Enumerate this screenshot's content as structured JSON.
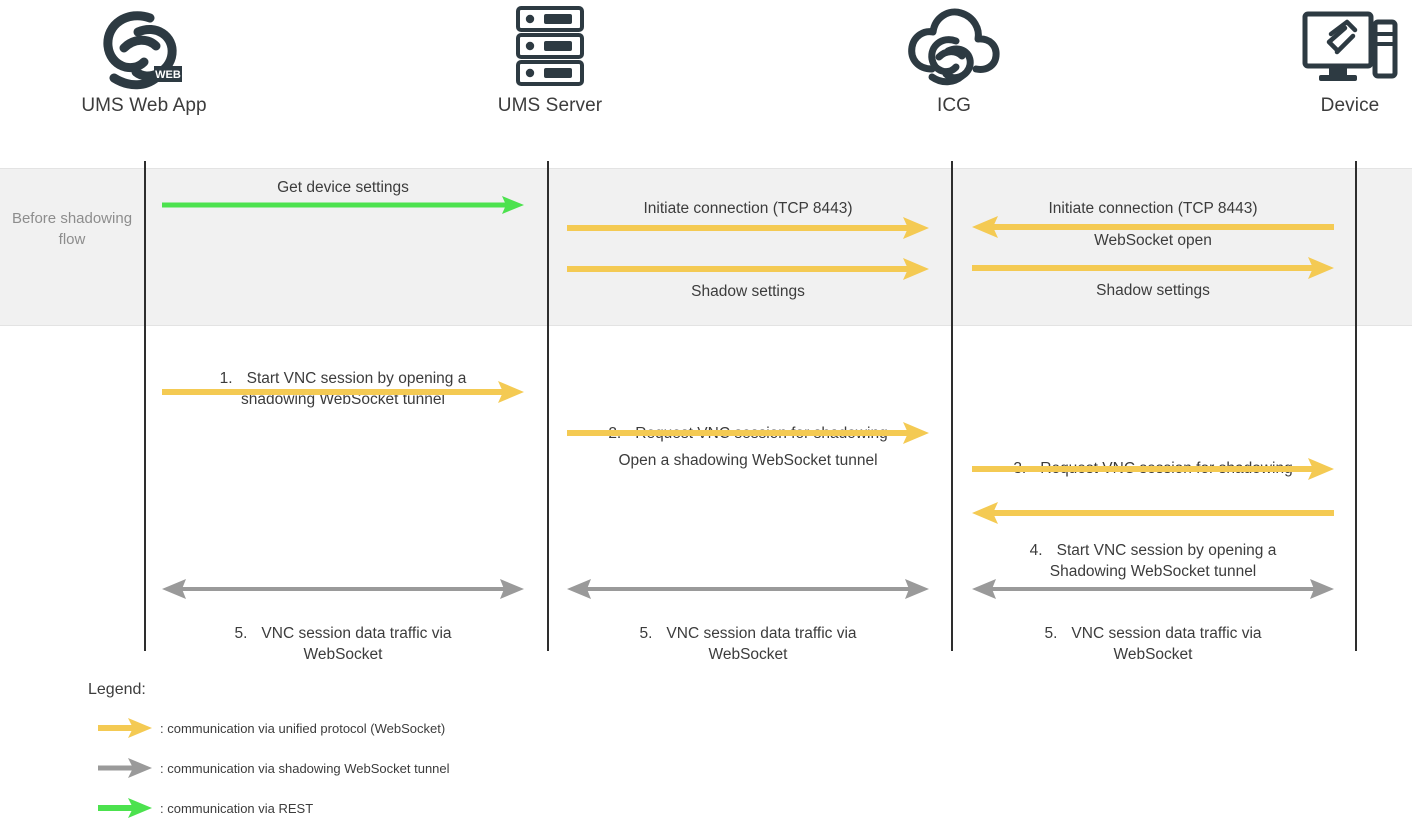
{
  "colors": {
    "unified_protocol": "#f4ca53",
    "shadowing_tunnel": "#9a9a9a",
    "rest": "#4ce24e",
    "lifeline": "#2e2e2e",
    "band_background": "#f1f1f1",
    "icon": "#2d3a42",
    "text": "#3c3c3c",
    "muted_text": "#8d8d8d"
  },
  "actors": [
    {
      "id": "ums-web-app",
      "label": "UMS Web App",
      "icon": "ums-web-app-logo-icon"
    },
    {
      "id": "ums-server",
      "label": "UMS Server",
      "icon": "server-rack-icon"
    },
    {
      "id": "icg",
      "label": "ICG",
      "icon": "cloud-gateway-icon"
    },
    {
      "id": "device",
      "label": "Device",
      "icon": "desktop-device-icon"
    }
  ],
  "band": {
    "label": "Before\nshadowing\nflow"
  },
  "messages": [
    {
      "id": "get-device-settings",
      "text": "Get device settings",
      "kind": "rest",
      "direction": "right"
    },
    {
      "id": "initiate-connection-server-icg",
      "text": "Initiate connection (TCP 8443)",
      "kind": "unified",
      "direction": "right"
    },
    {
      "id": "shadow-settings-server-icg",
      "text": "Shadow settings",
      "kind": "unified",
      "direction": "right"
    },
    {
      "id": "initiate-connection-device-icg",
      "text": "Initiate connection (TCP 8443)",
      "kind": "unified",
      "direction": "left"
    },
    {
      "id": "websocket-open",
      "text": "WebSocket open",
      "kind": "label-only",
      "direction": "none"
    },
    {
      "id": "shadow-settings-icg-device",
      "text": "Shadow settings",
      "kind": "unified",
      "direction": "right"
    },
    {
      "id": "step-1-start-vnc-session",
      "number": "1.",
      "text": "Start VNC session by opening a\nshadowing WebSocket tunnel",
      "kind": "unified",
      "direction": "right"
    },
    {
      "id": "step-2-request-vnc-session",
      "number": "2.",
      "text": "Request VNC session for shadowing",
      "kind": "unified",
      "direction": "right"
    },
    {
      "id": "open-shadowing-websocket-tunnel",
      "text": "Open a shadowing WebSocket tunnel",
      "kind": "label-only",
      "direction": "none"
    },
    {
      "id": "step-3-request-vnc-session",
      "number": "3.",
      "text": "Request VNC session for shadowing",
      "kind": "unified",
      "direction": "right"
    },
    {
      "id": "step-4-start-vnc-session",
      "number": "4.",
      "text": "Start VNC session by opening a\nShadowing WebSocket tunnel",
      "kind": "unified",
      "direction": "left"
    },
    {
      "id": "step-5-vnc-traffic-webapp-server",
      "number": "5.",
      "text": "VNC session data traffic via\nWebSocket",
      "kind": "shadowing",
      "direction": "both"
    },
    {
      "id": "step-5-vnc-traffic-server-icg",
      "number": "5.",
      "text": "VNC session data traffic via\nWebSocket",
      "kind": "shadowing",
      "direction": "both"
    },
    {
      "id": "step-5-vnc-traffic-icg-device",
      "number": "5.",
      "text": "VNC session data traffic via\nWebSocket",
      "kind": "shadowing",
      "direction": "both"
    }
  ],
  "legend": {
    "title": "Legend:",
    "entries": [
      {
        "id": "legend-unified",
        "color_key": "unified_protocol",
        "text": ": communication via unified protocol (WebSocket)"
      },
      {
        "id": "legend-shadowing",
        "color_key": "shadowing_tunnel",
        "text": ": communication via shadowing WebSocket tunnel"
      },
      {
        "id": "legend-rest",
        "color_key": "rest",
        "text": ": communication via REST"
      }
    ]
  }
}
